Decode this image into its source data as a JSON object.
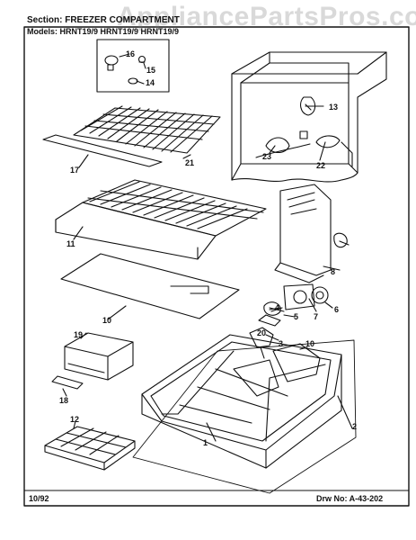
{
  "watermark": "AppliancePartsPros.com",
  "header": {
    "section": "Section: FREEZER COMPARTMENT",
    "models": "Models: HRNT19/9 HRNT19/9 HRNT19/9"
  },
  "footer": {
    "date": "10/92",
    "drawing_number": "Drw No: A-43-202"
  },
  "callouts": [
    "1",
    "2",
    "3",
    "4",
    "5",
    "6",
    "7",
    "8",
    "10",
    "11",
    "12",
    "13",
    "14",
    "15",
    "16",
    "17",
    "18",
    "19",
    "20",
    "21",
    "22",
    "23"
  ]
}
